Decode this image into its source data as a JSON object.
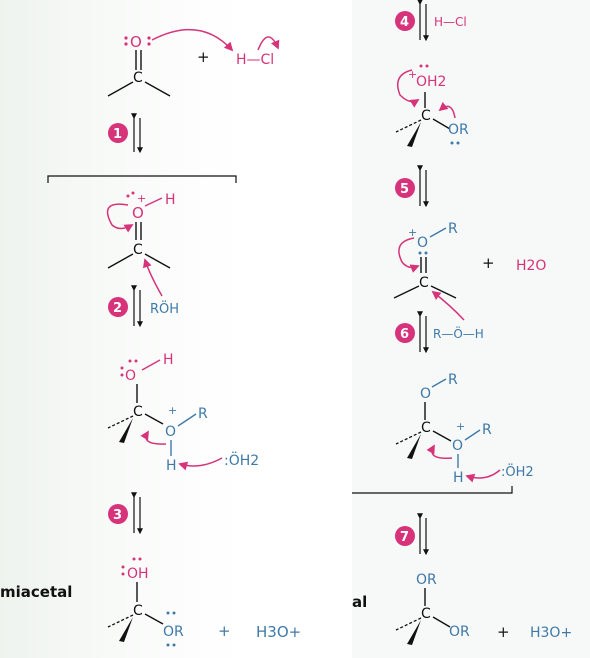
{
  "colors": {
    "accent": "#d6337a",
    "blue": "#3f79a8",
    "step_circle": "#d6337a"
  },
  "steps": [
    "1",
    "2",
    "3",
    "4",
    "5",
    "6",
    "7"
  ],
  "reagents": {
    "hcl": "H—Cl",
    "roh": "RÖH",
    "roh_right": "R—Ö—H",
    "water": "H2O",
    "water_left": ":ÖH2",
    "water_right": ":ÖH2",
    "h3o": "H3O+",
    "plus": "+"
  },
  "atoms": {
    "carbon": "C",
    "oxygen": "O",
    "hydrogen": "H",
    "r": "R",
    "or": "OR",
    "oh": "OH",
    "oh2": "OH2"
  },
  "labels": {
    "left_bottom": "miacetal",
    "right_bottom": "al"
  }
}
